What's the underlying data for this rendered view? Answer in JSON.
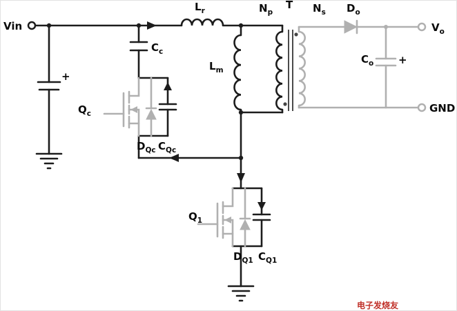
{
  "diagram": {
    "type": "circuit-schematic",
    "colors": {
      "background": "#ffffff",
      "line_primary": "#1c1c1c",
      "line_secondary": "#b0b0b0",
      "label": "#0a0a0a",
      "watermark": "#c03028"
    },
    "labels": {
      "vin": {
        "main": "Vin",
        "sub": ""
      },
      "lr": {
        "main": "L",
        "sub": "r"
      },
      "lm": {
        "main": "L",
        "sub": "m"
      },
      "np": {
        "main": "N",
        "sub": "p"
      },
      "t": {
        "main": "T",
        "sub": ""
      },
      "ns": {
        "main": "N",
        "sub": "s"
      },
      "do": {
        "main": "D",
        "sub": "o"
      },
      "vo": {
        "main": "V",
        "sub": "o"
      },
      "gnd": {
        "main": "GND",
        "sub": ""
      },
      "cc": {
        "main": "C",
        "sub": "c"
      },
      "co": {
        "main": "C",
        "sub": "o"
      },
      "qc": {
        "main": "Q",
        "sub": "c"
      },
      "dqc": {
        "main": "D",
        "sub": "Qc"
      },
      "cqc": {
        "main": "C",
        "sub": "Qc"
      },
      "q1": {
        "main": "Q",
        "sub": "1"
      },
      "dq1": {
        "main": "D",
        "sub": "Q1"
      },
      "cq1": {
        "main": "C",
        "sub": "Q1"
      },
      "plus_input": "+",
      "plus_output": "+"
    },
    "watermark": "电子发烧友"
  }
}
